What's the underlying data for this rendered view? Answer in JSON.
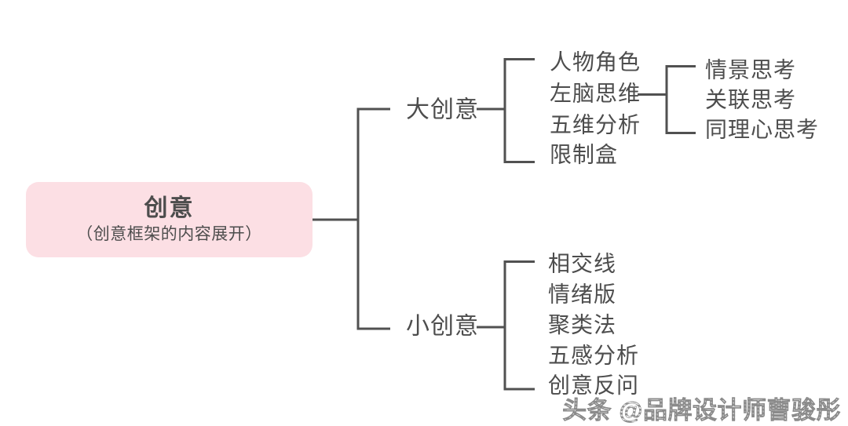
{
  "diagram": {
    "root": {
      "title": "创意",
      "subtitle": "（创意框架的内容展开）"
    },
    "branches": [
      {
        "label": "大创意",
        "children": [
          {
            "label": "人物角色"
          },
          {
            "label": "左脑思维",
            "children": [
              {
                "label": "情景思考"
              },
              {
                "label": "关联思考"
              },
              {
                "label": "同理心思考"
              }
            ]
          },
          {
            "label": "五维分析"
          },
          {
            "label": "限制盒"
          }
        ]
      },
      {
        "label": "小创意",
        "children": [
          {
            "label": "相交线"
          },
          {
            "label": "情绪版"
          },
          {
            "label": "聚类法"
          },
          {
            "label": "五感分析"
          },
          {
            "label": "创意反问"
          }
        ]
      }
    ]
  },
  "watermark": {
    "text": "头条 @品牌设计师曹骏彤"
  },
  "colors": {
    "background": "#ffffff",
    "root_node_fill": "#fcdfe4",
    "connector_line": "#515151",
    "text": "#4d4d4d",
    "watermark_gray": "#8f8f8f"
  }
}
